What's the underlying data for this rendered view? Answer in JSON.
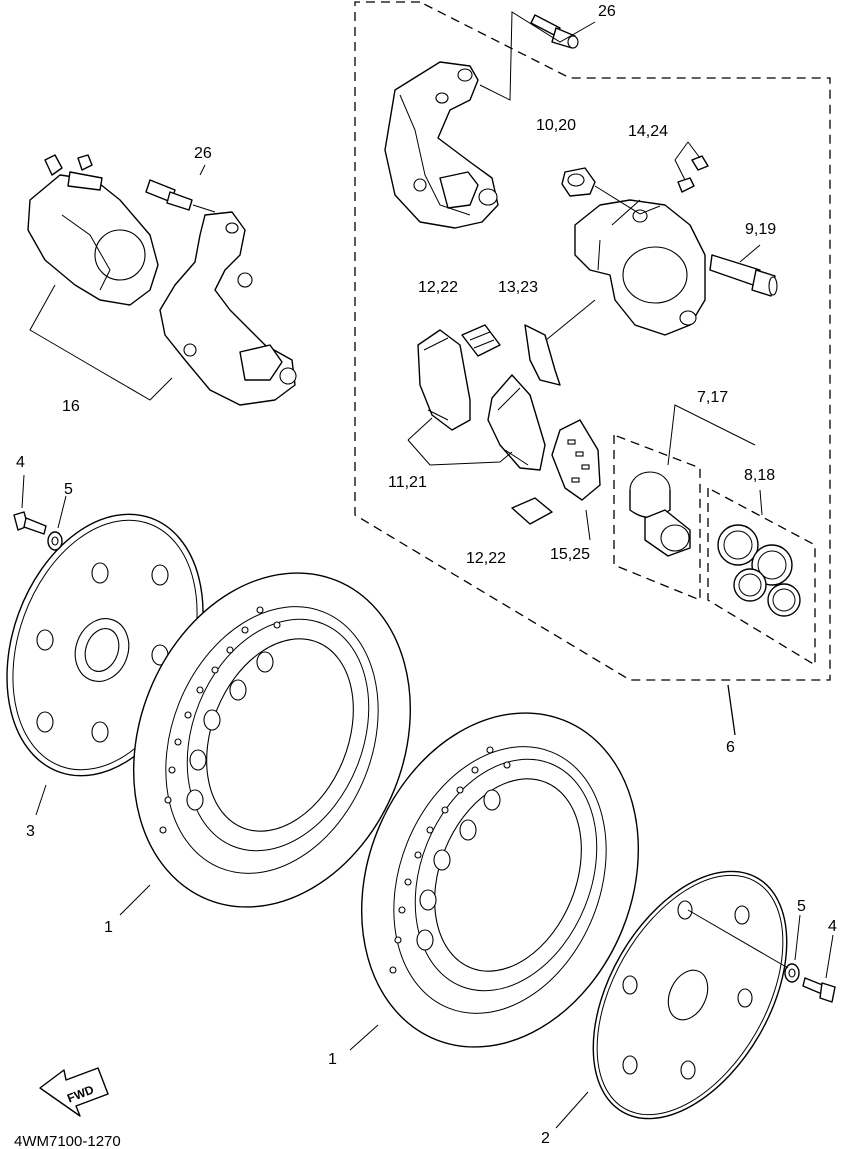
{
  "diagram": {
    "drawing_code": "4WM7100-1270",
    "fwd_label": "FWD",
    "callouts": {
      "c26_top": "26",
      "c26_left": "26",
      "c10_20": "10,20",
      "c14_24": "14,24",
      "c9_19": "9,19",
      "c12_22_top": "12,22",
      "c13_23": "13,23",
      "c16": "16",
      "c11_21": "11,21",
      "c7_17": "7,17",
      "c8_18": "8,18",
      "c4_left": "4",
      "c5_left": "5",
      "c12_22_bottom": "12,22",
      "c15_25": "15,25",
      "c6": "6",
      "c3": "3",
      "c1_left": "1",
      "c5_right": "5",
      "c4_right": "4",
      "c1_bottom": "1",
      "c2": "2"
    }
  }
}
